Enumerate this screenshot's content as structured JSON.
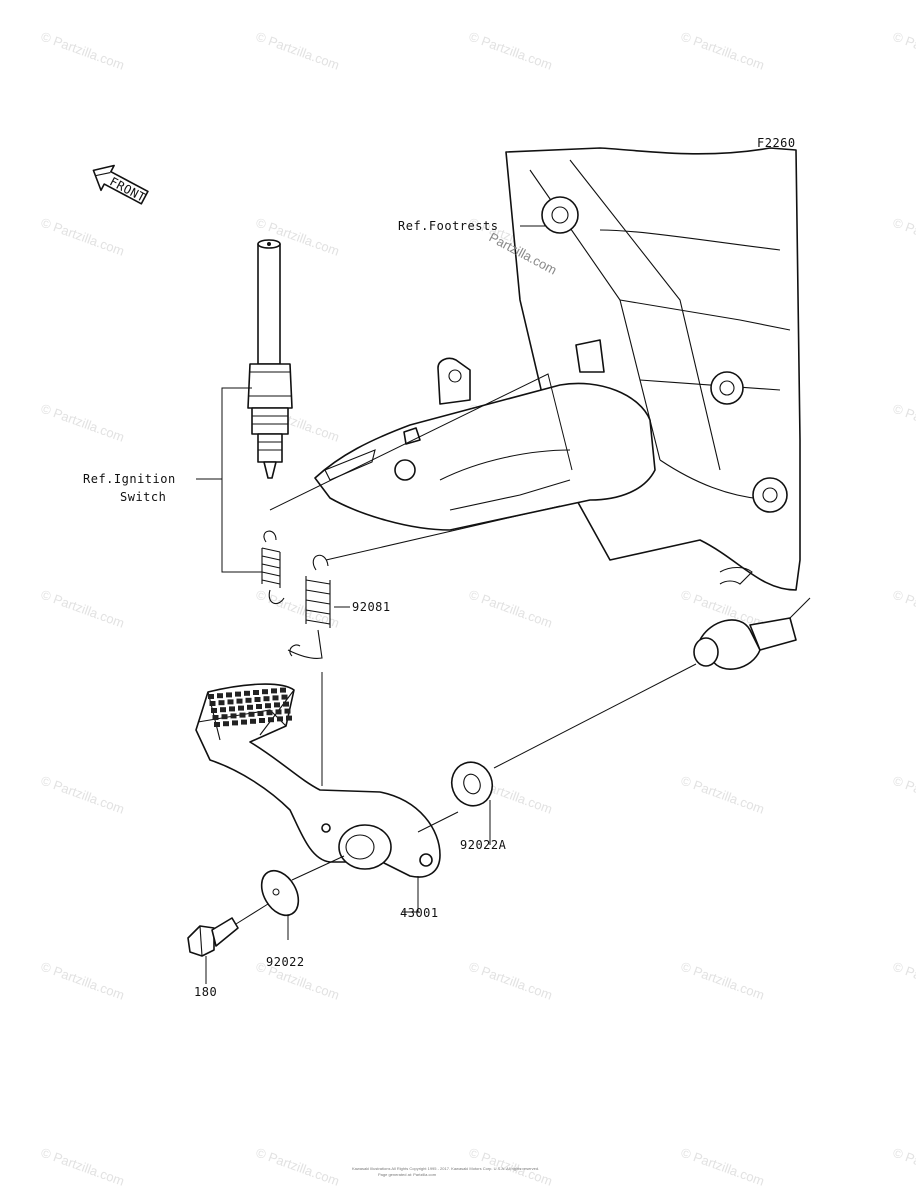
{
  "figure_code": "F2260",
  "front_label": "FRONT",
  "watermark_text": "© Partzilla.com",
  "overlay_watermark": "Partzilla.com",
  "labels": {
    "ref_footrests": "Ref.Footrests",
    "ref_ignition_line1": "Ref.Ignition",
    "ref_ignition_line2": "Switch",
    "p92081": "92081",
    "p92022a": "92022A",
    "p43001": "43001",
    "p92022": "92022",
    "p180": "180"
  },
  "footer": {
    "line1": "Kawasaki Illustrations All Rights Copyright 1995 - 2017. Kawasaki Motors Corp. U.S.A. All rights reserved.",
    "line2": "Page generated at: Partzilla.com"
  }
}
